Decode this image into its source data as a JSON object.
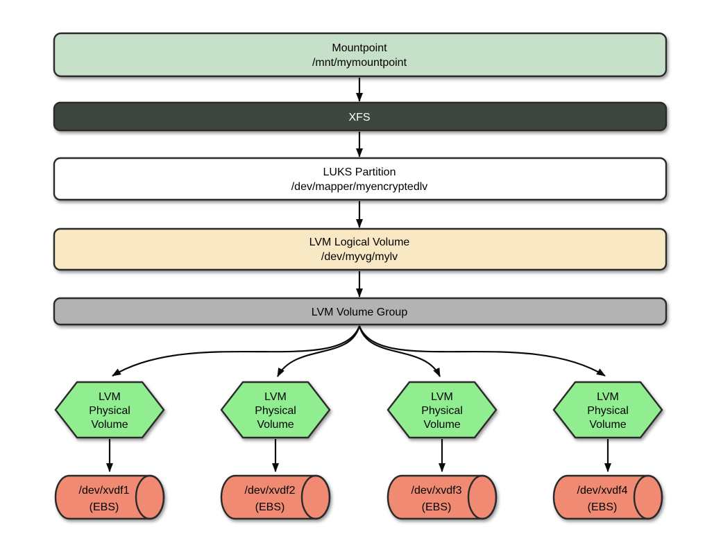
{
  "diagram": {
    "description": "Encrypted LVM storage stack diagram",
    "border_color": "#2b2b2b",
    "arrow_color": "#0a0a0a",
    "stack": [
      {
        "label": "Mountpoint",
        "sublabel": "/mnt/mymountpoint",
        "fill": "#c6e0c9",
        "text_color": "#000000"
      },
      {
        "label": "XFS",
        "fill": "#3d463f",
        "text_color": "#ffffff"
      },
      {
        "label": "LUKS Partition",
        "sublabel": "/dev/mapper/myencryptedlv",
        "fill": "#ffffff",
        "text_color": "#000000"
      },
      {
        "label": "LVM Logical Volume",
        "sublabel": "/dev/myvg/mylv",
        "fill": "#f8e8c3",
        "text_color": "#000000"
      },
      {
        "label": "LVM Volume Group",
        "fill": "#b3b3b3",
        "text_color": "#000000"
      }
    ],
    "physical_volume": {
      "line1": "LVM",
      "line2": "Physical",
      "line3": "Volume",
      "fill": "#90ee90",
      "text_color": "#000000"
    },
    "disks": {
      "fill": "#f08a73",
      "text_color": "#000000",
      "items": [
        {
          "device": "/dev/xvdf1",
          "type": "(EBS)"
        },
        {
          "device": "/dev/xvdf2",
          "type": "(EBS)"
        },
        {
          "device": "/dev/xvdf3",
          "type": "(EBS)"
        },
        {
          "device": "/dev/xvdf4",
          "type": "(EBS)"
        }
      ]
    }
  }
}
